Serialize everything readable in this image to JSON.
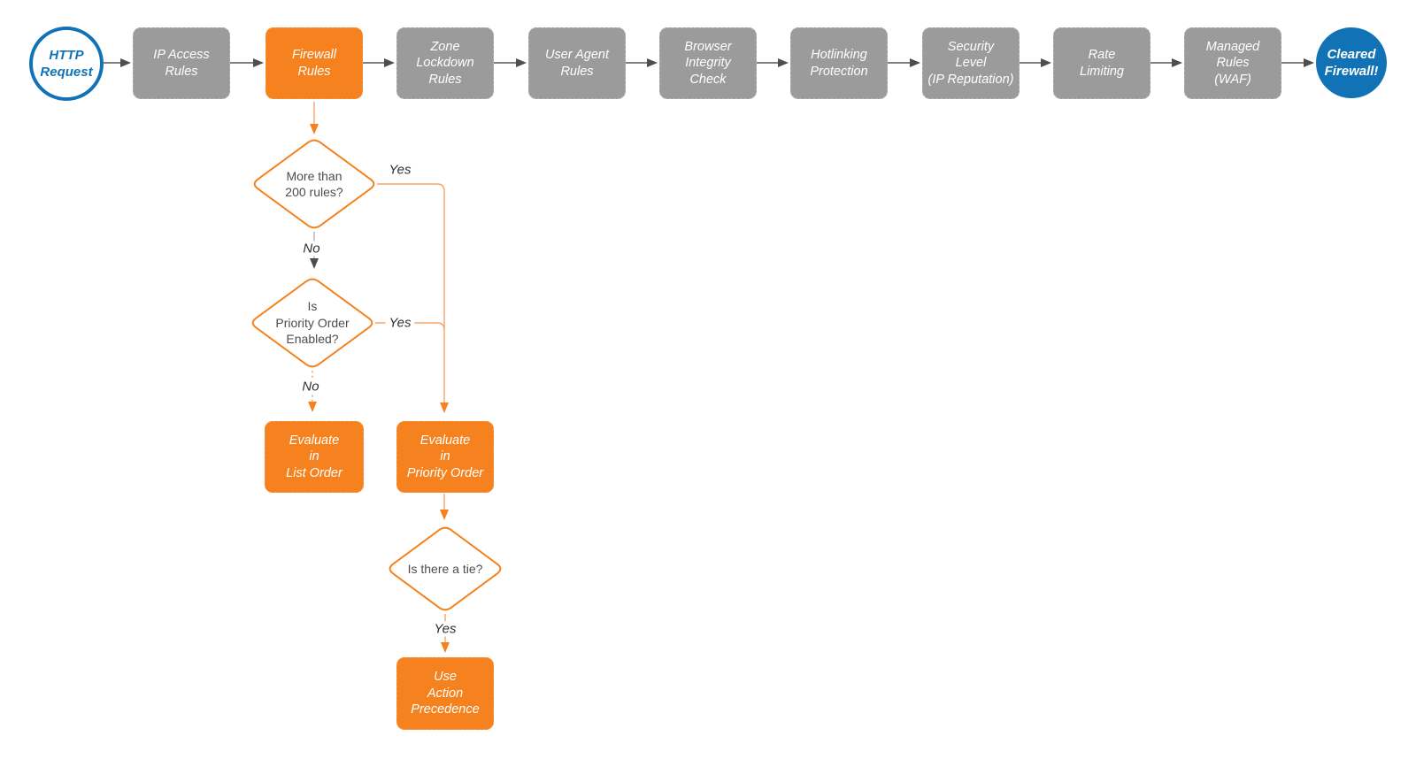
{
  "nodes": {
    "start": {
      "label": "HTTP\nRequest"
    },
    "ip_access": {
      "label": "IP Access\nRules"
    },
    "firewall_rules": {
      "label": "Firewall\nRules"
    },
    "zone_lockdown": {
      "label": "Zone\nLockdown\nRules"
    },
    "user_agent": {
      "label": "User Agent\nRules"
    },
    "browser_integrity": {
      "label": "Browser\nIntegrity\nCheck"
    },
    "hotlinking": {
      "label": "Hotlinking\nProtection"
    },
    "security_level": {
      "label": "Security\nLevel\n(IP Reputation)"
    },
    "rate_limiting": {
      "label": "Rate\nLimiting"
    },
    "managed_rules": {
      "label": "Managed\nRules\n(WAF)"
    },
    "end": {
      "label": "Cleared\nFirewall!"
    },
    "decision_more_200": {
      "label": "More than\n200 rules?"
    },
    "decision_priority_enabled": {
      "label": "Is\nPriority Order\nEnabled?"
    },
    "decision_tie": {
      "label": "Is there a tie?"
    },
    "evaluate_list": {
      "label": "Evaluate\nin\nList Order"
    },
    "evaluate_priority": {
      "label": "Evaluate\nin\nPriority Order"
    },
    "action_precedence": {
      "label": "Use\nAction\nPrecedence"
    }
  },
  "edge_labels": {
    "d1_yes": "Yes",
    "d1_no": "No",
    "d2_yes": "Yes",
    "d2_no": "No",
    "d3_yes": "Yes"
  },
  "colors": {
    "orange": "#F6821F",
    "orange-border": "#f8943f",
    "orange-line": "#F9A268",
    "gray-node": "#9B9B9B",
    "gray-node-border": "#b3b3b3",
    "blue": "#1173B5",
    "wire-gray": "#6E6E6E",
    "arrow-gray": "#4E4E4E",
    "wire-lightgray": "#B4B4B4",
    "text-dark": "#4D4D4D",
    "edge-label": "#2F2F2F"
  }
}
